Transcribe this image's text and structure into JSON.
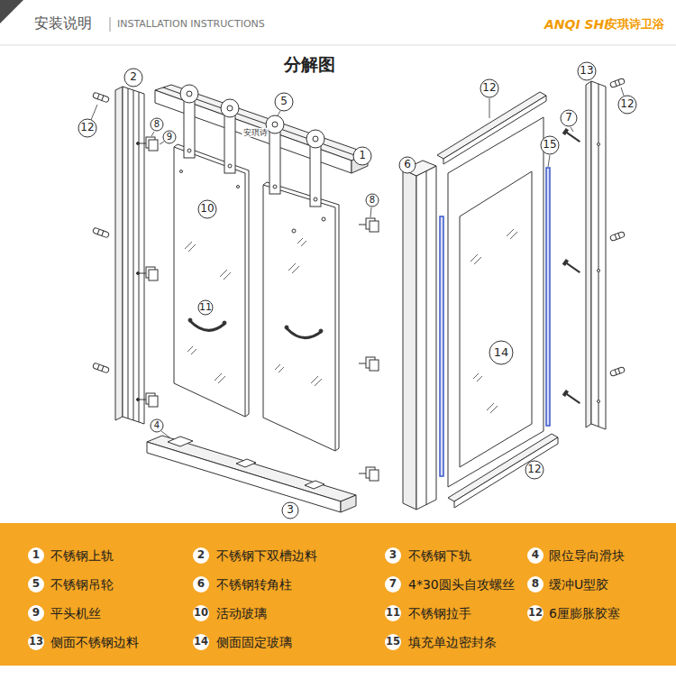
{
  "diagram": {
    "title": "分解图",
    "labels": [
      "安装说明",
      "INSTALLATION INSTRUCTIONS",
      "ANQI SHI",
      "安琪诗卫浴",
      "12",
      "2",
      "8",
      "9",
      "安琪诗",
      "5",
      "1",
      "10",
      "11",
      "4",
      "3",
      "8",
      "6",
      "12",
      "7",
      "15",
      "14",
      "12",
      "13",
      "12",
      "1",
      "不锈钢上轨",
      "2",
      "不锈钢下双槽边料",
      "3",
      "不锈钢下轨",
      "4",
      "限位导向滑块",
      "5",
      "不锈钢吊轮",
      "6",
      "不锈钢转角柱",
      "7",
      "4*30圆头自攻螺丝",
      "8",
      "缓冲U型胶",
      "9",
      "平头机丝",
      "10",
      "活动玻璃",
      "11",
      "不锈钢拉手",
      "12",
      "6厘膨胀胶塞",
      "13",
      "侧面不锈钢边料",
      "14",
      "侧面固定玻璃",
      "15",
      "填充单边密封条"
    ]
  }
}
